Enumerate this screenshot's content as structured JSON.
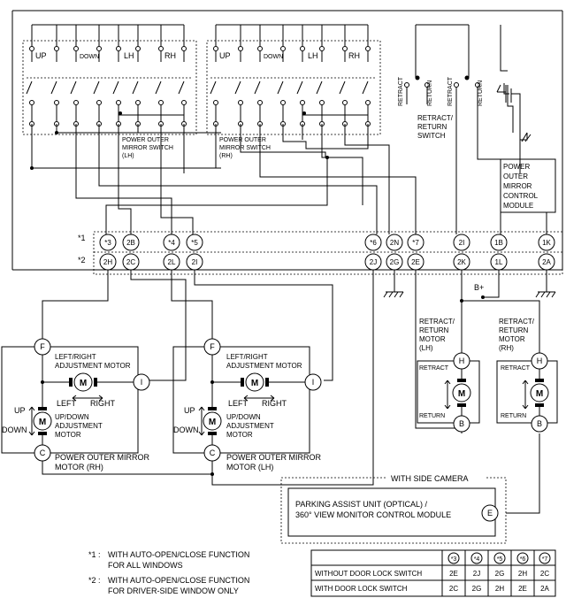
{
  "switch_lh": {
    "up": "UP",
    "down": "DOWN",
    "lh": "LH",
    "rh": "RH",
    "label_1": "POWER OUTER",
    "label_2": "MIRROR SWITCH",
    "label_3": "(LH)"
  },
  "switch_rh": {
    "up": "UP",
    "down": "DOWN",
    "lh": "LH",
    "rh": "RH",
    "label_1": "POWER OUTER",
    "label_2": "MIRROR SWITCH",
    "label_3": "(RH)"
  },
  "retract_switch": {
    "retract_a": "RETRACT",
    "return_a": "RETURN",
    "retract_b": "RETRACT",
    "return_b": "RETURN",
    "label_1": "RETRACT/",
    "label_2": "RETURN",
    "label_3": "SWITCH"
  },
  "control_module": {
    "l1": "POWER",
    "l2": "OUTER",
    "l3": "MIRROR",
    "l4": "CONTROL",
    "l5": "MODULE"
  },
  "connector_rows": {
    "row1": "*1",
    "row2": "*2"
  },
  "terminals_row1": [
    "*3",
    "2B",
    "*4",
    "*5",
    "*6",
    "2N",
    "*7",
    "2I",
    "1B",
    "1K"
  ],
  "terminals_row2": [
    "2H",
    "2C",
    "2L",
    "2I",
    "2J",
    "2G",
    "2E",
    "2K",
    "1L",
    "2A"
  ],
  "bplus": "B+",
  "motor_rh": {
    "f": "F",
    "i": "I",
    "c": "C",
    "m": "M",
    "lr_1": "LEFT/RIGHT",
    "lr_2": "ADJUSTMENT MOTOR",
    "left": "LEFT",
    "right": "RIGHT",
    "up": "UP",
    "down": "DOWN",
    "ud_1": "UP/DOWN",
    "ud_2": "ADJUSTMENT",
    "ud_3": "MOTOR",
    "title_1": "POWER OUTER MIRROR",
    "title_2": "MOTOR (RH)"
  },
  "motor_lh": {
    "f": "F",
    "i": "I",
    "c": "C",
    "m": "M",
    "lr_1": "LEFT/RIGHT",
    "lr_2": "ADJUSTMENT MOTOR",
    "left": "LEFT",
    "right": "RIGHT",
    "up": "UP",
    "down": "DOWN",
    "ud_1": "UP/DOWN",
    "ud_2": "ADJUSTMENT",
    "ud_3": "MOTOR",
    "title_1": "POWER OUTER MIRROR",
    "title_2": "MOTOR (LH)"
  },
  "retract_motor_lh": {
    "h": "H",
    "b": "B",
    "m": "M",
    "l1": "RETRACT/",
    "l2": "RETURN",
    "l3": "MOTOR",
    "l4": "(LH)",
    "retract": "RETRACT",
    "return": "RETURN"
  },
  "retract_motor_rh": {
    "h": "H",
    "b": "B",
    "m": "M",
    "l1": "RETRACT/",
    "l2": "RETURN",
    "l3": "MOTOR",
    "l4": "(RH)",
    "retract": "RETRACT",
    "return": "RETURN"
  },
  "camera": {
    "header": "WITH SIDE CAMERA",
    "l1": "PARKING ASSIST UNIT (OPTICAL) /",
    "l2": "360° VIEW MONITOR CONTROL MODULE",
    "e": "E"
  },
  "notes": {
    "n1_mark": "*1 :",
    "n1_l1": "WITH AUTO-OPEN/CLOSE FUNCTION",
    "n1_l2": "FOR ALL WINDOWS",
    "n2_mark": "*2 :",
    "n2_l1": "WITH AUTO-OPEN/CLOSE FUNCTION",
    "n2_l2": "FOR DRIVER-SIDE WINDOW ONLY"
  },
  "table": {
    "headers": [
      "*3",
      "*4",
      "*5",
      "*6",
      "*7"
    ],
    "rows": [
      {
        "label": "WITHOUT DOOR LOCK SWITCH",
        "cells": [
          "2E",
          "2J",
          "2G",
          "2H",
          "2C"
        ]
      },
      {
        "label": "WITH DOOR LOCK SWITCH",
        "cells": [
          "2C",
          "2G",
          "2H",
          "2E",
          "2A"
        ]
      }
    ]
  }
}
